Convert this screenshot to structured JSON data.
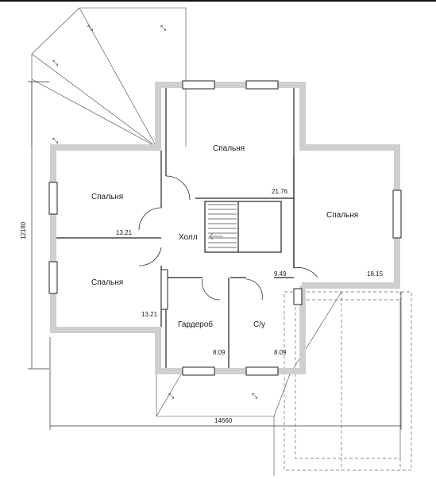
{
  "rooms": [
    {
      "name": "Спальня",
      "area": "21.76"
    },
    {
      "name": "Спальня",
      "area": "13.21"
    },
    {
      "name": "Спальня",
      "area": "13.21"
    },
    {
      "name": "Спальня",
      "area": "18.15"
    },
    {
      "name": "Холл",
      "area": "9.49"
    },
    {
      "name": "Гардероб",
      "area": "8.09"
    },
    {
      "name": "С/у",
      "area": "8.09"
    }
  ],
  "dimensions": {
    "width": "14660",
    "height": "12180"
  },
  "icons": {
    "roof_arrow": "⤡"
  }
}
